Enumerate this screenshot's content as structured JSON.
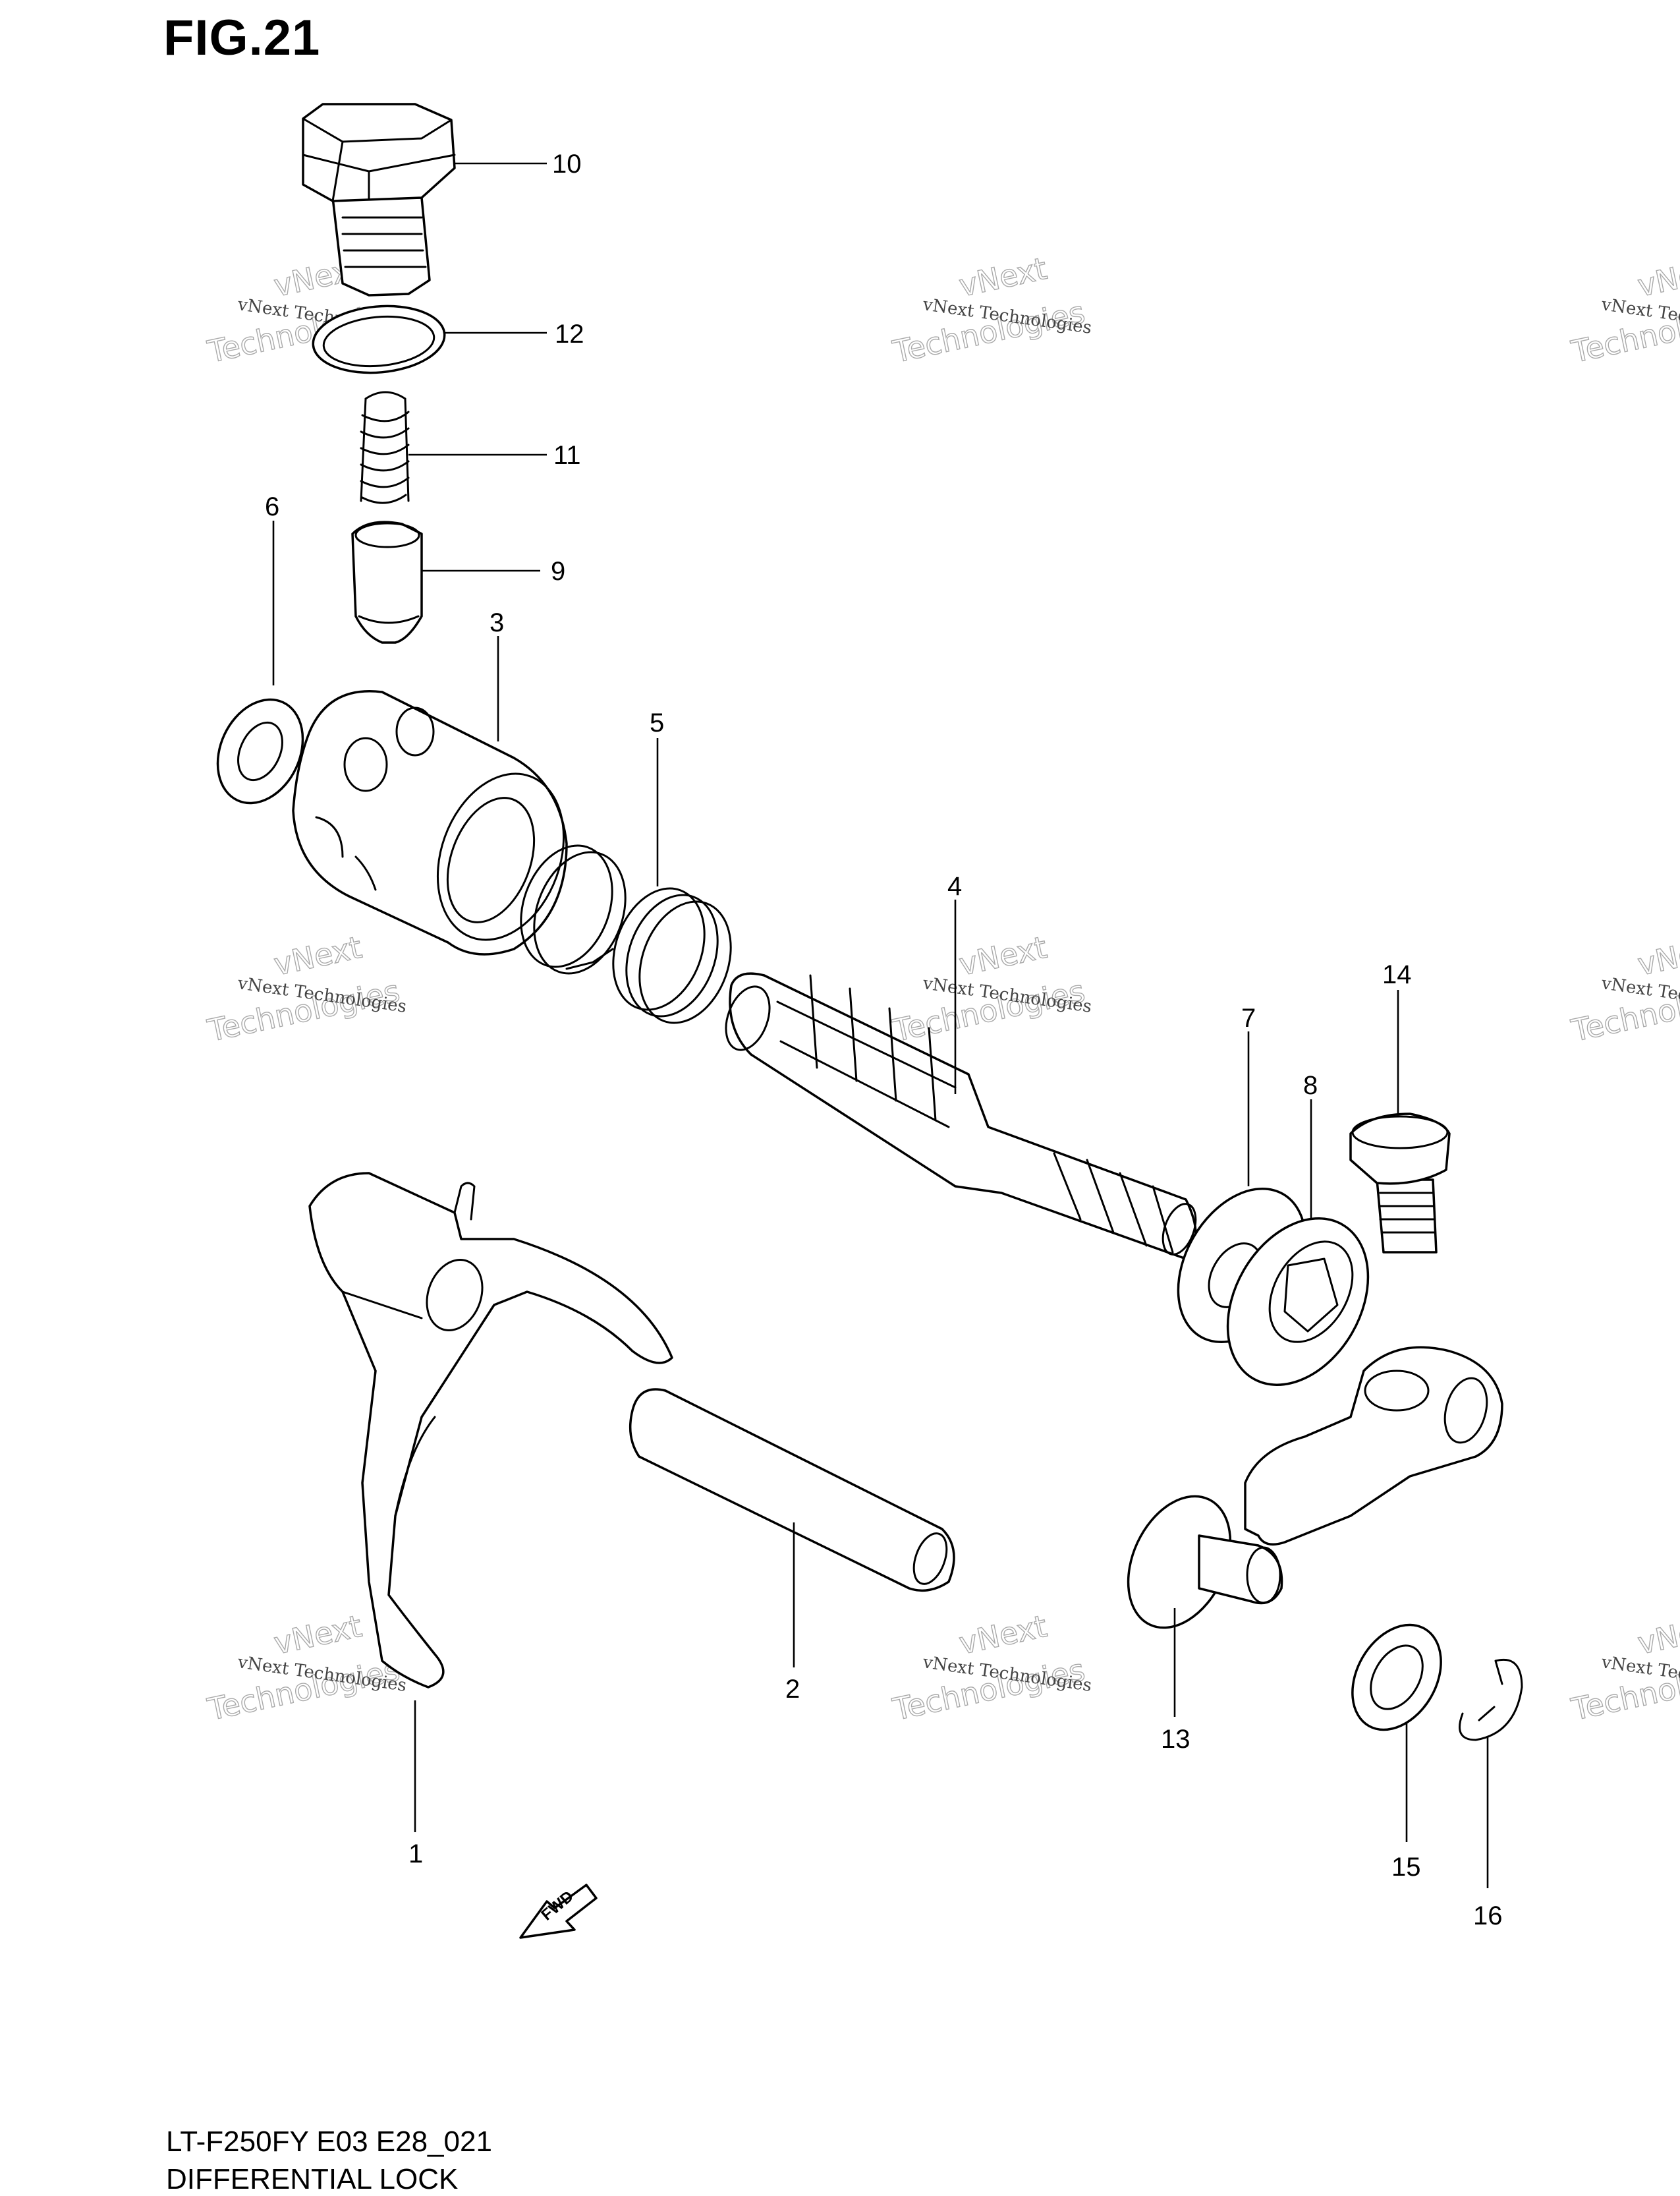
{
  "figure": {
    "title": "FIG.21",
    "model_code": "LT-F250FY E03 E28_021",
    "section_name": "DIFFERENTIAL LOCK"
  },
  "fwd_label": "FWD",
  "watermark": {
    "line1": "vNext Technologies",
    "line2": "vNext",
    "line3": "Technologies"
  },
  "callouts": [
    {
      "id": "c1",
      "label": "1"
    },
    {
      "id": "c2",
      "label": "2"
    },
    {
      "id": "c3",
      "label": "3"
    },
    {
      "id": "c4",
      "label": "4"
    },
    {
      "id": "c5",
      "label": "5"
    },
    {
      "id": "c6",
      "label": "6"
    },
    {
      "id": "c7",
      "label": "7"
    },
    {
      "id": "c8",
      "label": "8"
    },
    {
      "id": "c9",
      "label": "9"
    },
    {
      "id": "c10",
      "label": "10"
    },
    {
      "id": "c11",
      "label": "11"
    },
    {
      "id": "c12",
      "label": "12"
    },
    {
      "id": "c13",
      "label": "13"
    },
    {
      "id": "c14",
      "label": "14"
    },
    {
      "id": "c15",
      "label": "15"
    },
    {
      "id": "c16",
      "label": "16"
    }
  ]
}
